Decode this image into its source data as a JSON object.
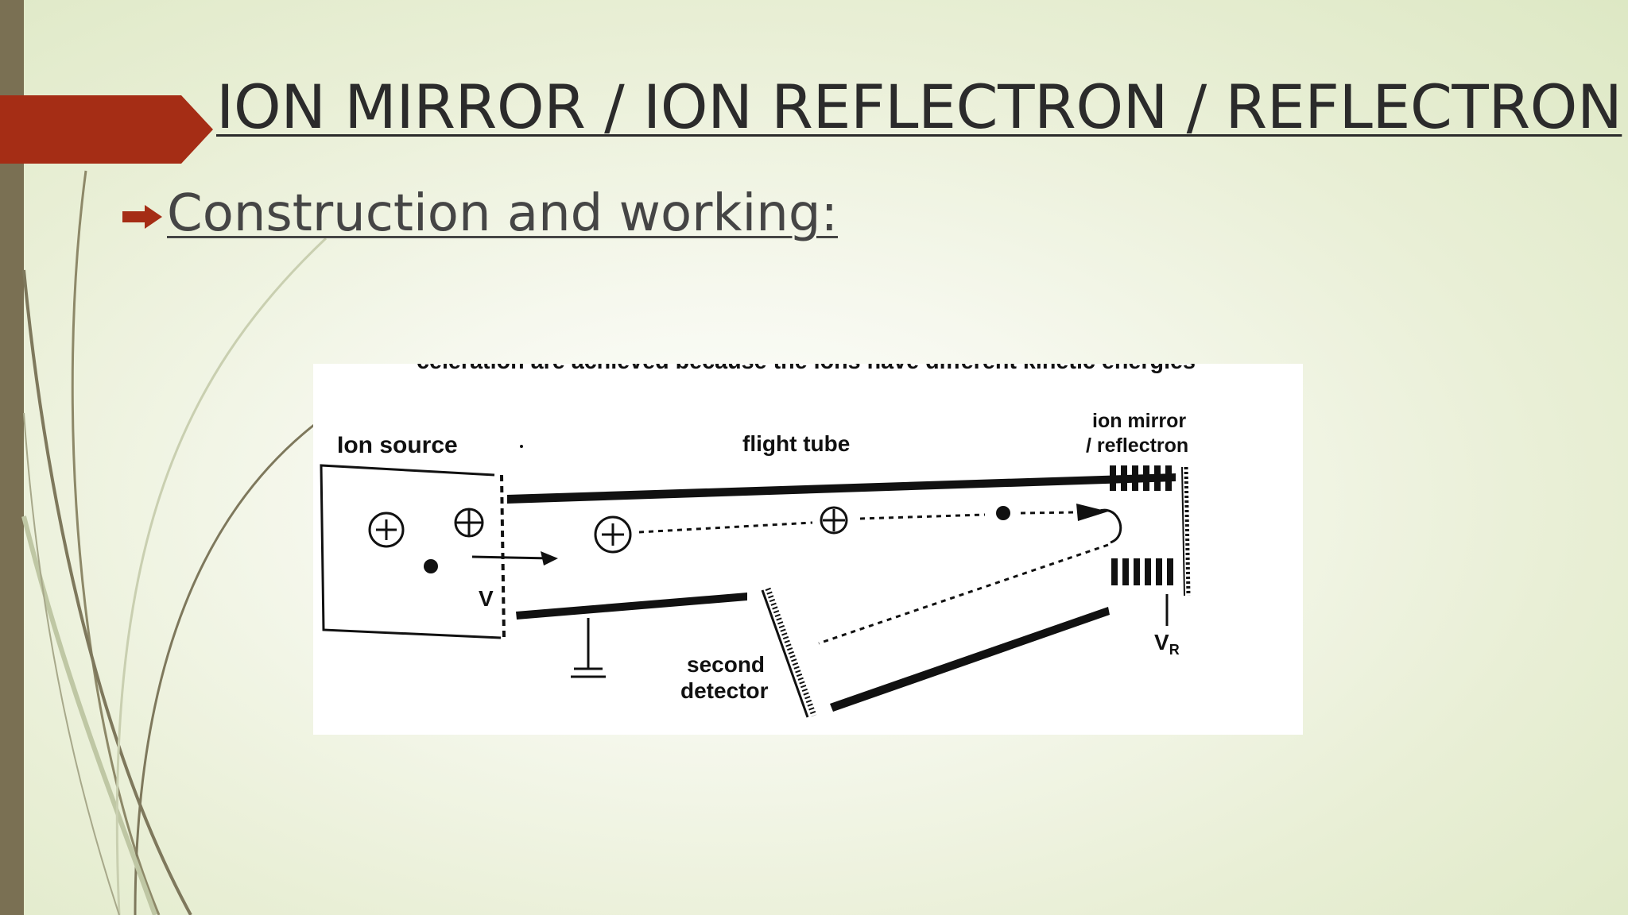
{
  "slide": {
    "title": "ION MIRROR / ION REFLECTRON / REFLECTRON",
    "subheading": "Construction and working:"
  },
  "figure": {
    "cropped_top_text": "celeration are achieved because the ions have different kinetic energies",
    "labels": {
      "ion_source": "Ion source",
      "flight_tube": "flight tube",
      "ion_mirror_line1": "ion mirror",
      "ion_mirror_line2": "/ reflectron",
      "second_detector_line1": "second",
      "second_detector_line2": "detector",
      "voltage": "V",
      "reflectron_voltage": "V",
      "reflectron_voltage_sub": "R"
    }
  },
  "colors": {
    "accent_red": "#a52d15",
    "side_bar": "#7a7053",
    "title_text": "#2b2b2b",
    "subheading_text": "#454545"
  }
}
